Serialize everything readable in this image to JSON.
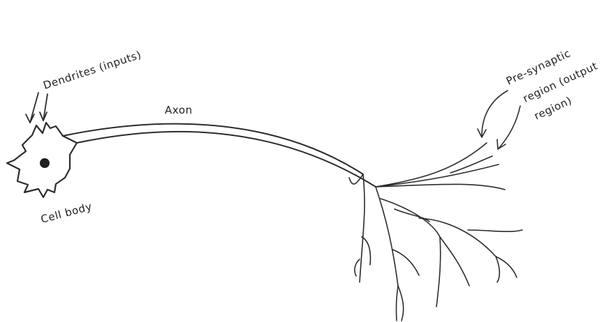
{
  "diagram": {
    "labels": {
      "dendrites": "Dendrites (inputs)",
      "axon": "Axon",
      "cell_body": "Cell body",
      "presynaptic_line1": "Pre-synaptic",
      "presynaptic_line2": "region (output",
      "presynaptic_line3": "region)"
    }
  }
}
